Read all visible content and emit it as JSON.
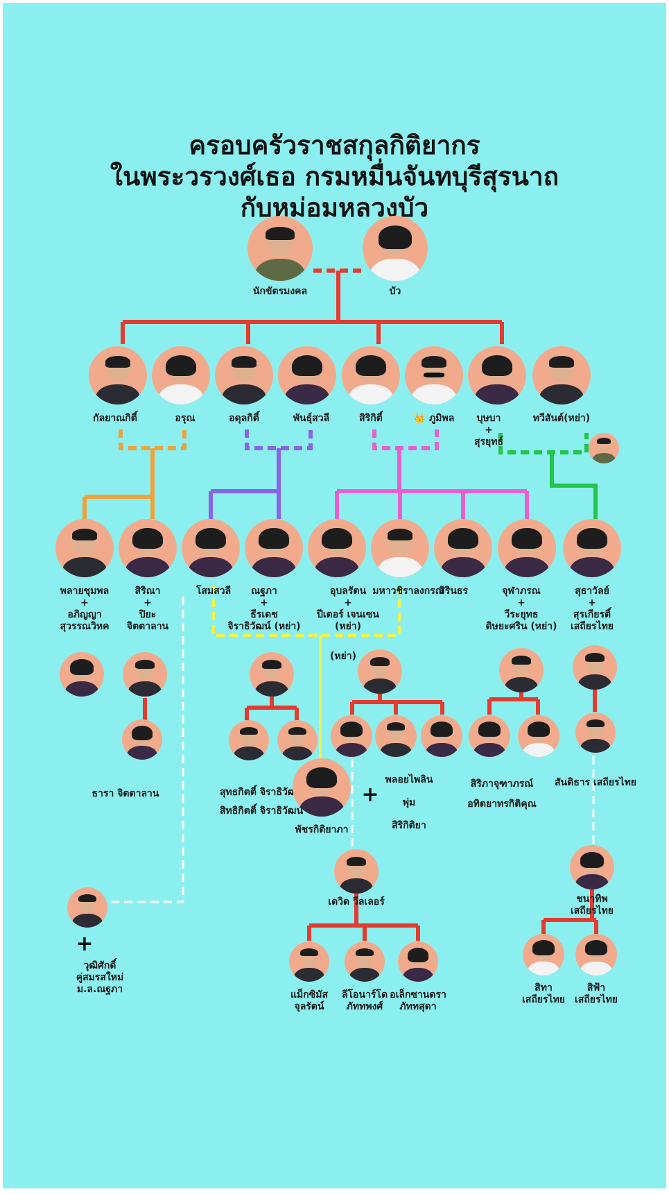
{
  "title": {
    "line1": "ครอบครัวราชสกุลกิติยากร",
    "line2": "ในพระวรวงศ์เธอ กรมหมื่นจันทบุรีสุรนาถ",
    "line3": "กับหม่อมหลวงบัว"
  },
  "colors": {
    "background": "#8cefef",
    "red": "#e53a2e",
    "orange": "#f0a23a",
    "purple": "#8a63e8",
    "pink": "#ea5ed0",
    "green": "#22c44a",
    "yellow": "#f2f24a",
    "white": "#ffffff",
    "avatar_bg": "#f1ab8c"
  },
  "people": {
    "nakkhat": {
      "label": "นักขัตรมงคล"
    },
    "bua": {
      "label": "บัว"
    },
    "kalyanakit": {
      "label": "กัลยาณกิติ์"
    },
    "orun": {
      "label": "อรุณ"
    },
    "adulkit": {
      "label": "อดุลกิติ์"
    },
    "phanthu": {
      "label": "พันธุ์สวลี"
    },
    "sirikit": {
      "label": "สิริกิติ์"
    },
    "bhumibol": {
      "label": "👑 ภูมิพล"
    },
    "butsaba": {
      "label": "บุษบา",
      "plus": "+",
      "spouse": "สุรยุทธ์"
    },
    "thawisan": {
      "label": "ทวีสันต์(หย่า)"
    },
    "ploy": {
      "label": "พลายชุมพล",
      "plus": "+",
      "spouse1": "อภิญญา",
      "spouse2": "สุวรรณวิหค"
    },
    "sirina": {
      "label": "สิริณา",
      "plus": "+",
      "spouse1": "ปิยะ",
      "spouse2": "จิตตาลาน"
    },
    "somsawali": {
      "label": "โสมสวลี"
    },
    "nattaphaa": {
      "label": "ณฐภา",
      "plus": "+",
      "spouse1": "ธีรเดช",
      "spouse2": "จิราธิวัฒน์ (หย่า)"
    },
    "ubolratana": {
      "label": "อุบลรัตน",
      "plus": "+",
      "spouse1": "ปีเตอร์ เจนเซน",
      "spouse2": "(หย่า)"
    },
    "maha": {
      "label": "มหาวชิราลงกรณ"
    },
    "sirindhorn": {
      "label": "สิรินธร"
    },
    "chulabhorn": {
      "label": "จุฬาภรณ",
      "plus": "+",
      "spouse1": "วีระยุทธ",
      "spouse2": "ดิษยะศริน (หย่า)"
    },
    "suthawan": {
      "label": "สุธาวัลย์",
      "plus": "+",
      "spouse1": "สุรเกียรติ์",
      "spouse2": "เสถียรไทย"
    },
    "divorce": {
      "label": "(หย่า)"
    },
    "thara": {
      "label": "ธารา จิตตาลาน"
    },
    "suthakit": {
      "label1": "สุทธกิตติ์ จิราธิวัฒน์",
      "label2": "สิทธิกิตติ์ จิราธิวัฒน์"
    },
    "phatchara": {
      "label": "พัชรกิติยาภา"
    },
    "ubol_kids": {
      "label1": "พลอยไพลิน",
      "label2": "พุ่ม",
      "label3": "สิริกิติยา"
    },
    "chula_kids": {
      "label1": "สิริภาจุฑาภรณ์",
      "label2": "อทิตยาทรกิติคุณ"
    },
    "santhithan": {
      "label": "สันติธาร เสถียรไทย"
    },
    "david": {
      "label": "เดวิด วีลเลอร์"
    },
    "chanathip": {
      "label1": "ชนาทิพ",
      "label2": "เสถียรไทย"
    },
    "wutthisak": {
      "plus": "+",
      "label1": "วุฒิศักดิ์",
      "label2": "คู่สมรสใหม่",
      "label3": "ม.ล.ณฐภา"
    },
    "max": {
      "label1": "แม็กซิมัส",
      "label2": "จุลรัตน์"
    },
    "leo": {
      "label1": "ลีโอนาร์โด",
      "label2": "ภัททพงศ์"
    },
    "alex": {
      "label1": "อเล็กซานดรา",
      "label2": "ภัททสุดา"
    },
    "sitha": {
      "label1": "สิทา",
      "label2": "เสถียรไทย"
    },
    "sifa": {
      "label1": "สิฟ้า",
      "label2": "เสถียรไทย"
    }
  }
}
